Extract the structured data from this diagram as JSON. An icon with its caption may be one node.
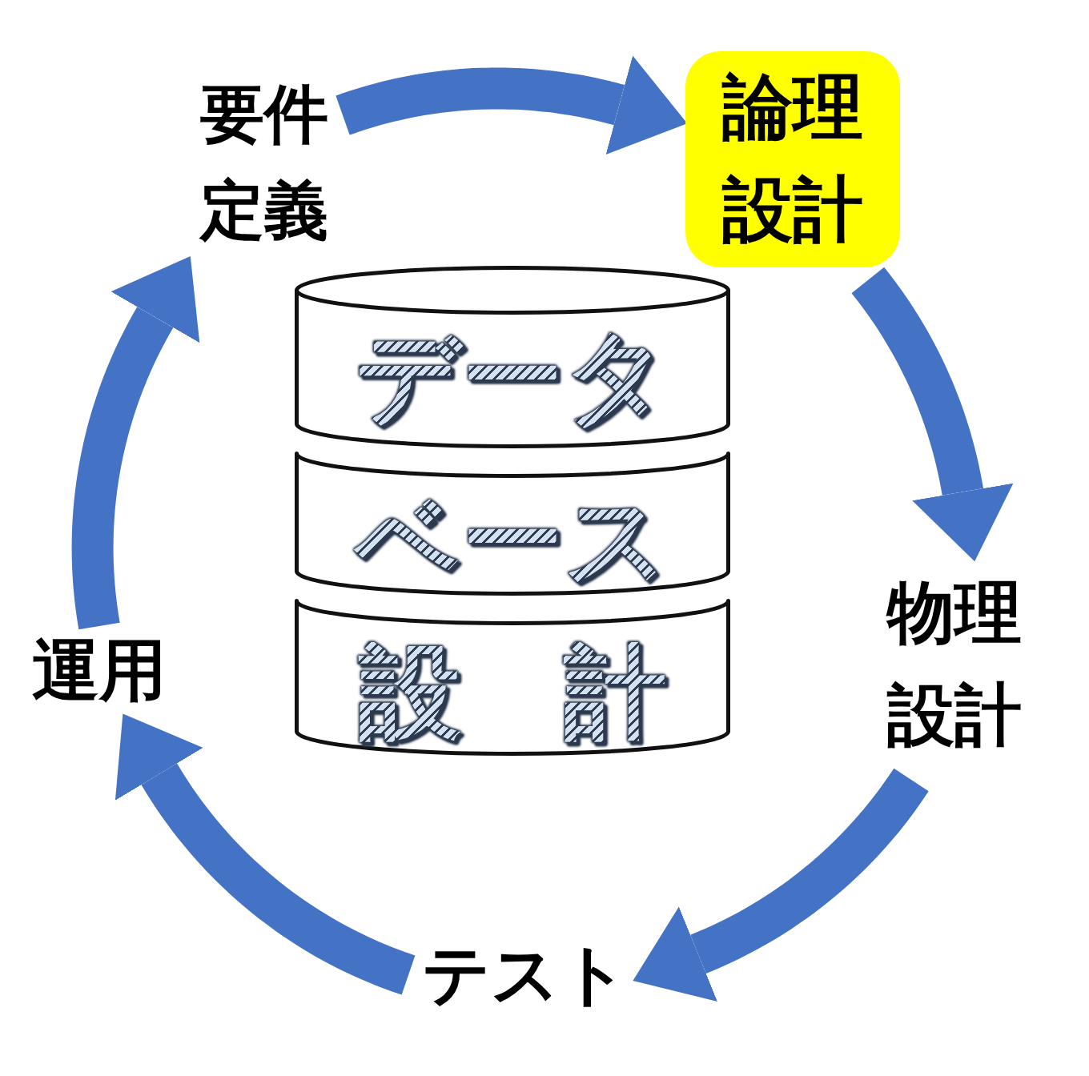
{
  "diagram": {
    "nodes": [
      {
        "text": [
          "要件定義"
        ]
      },
      {
        "text": [
          "論理設計"
        ]
      },
      {
        "text": [
          "物理設計"
        ]
      },
      {
        "text": [
          "テスト"
        ]
      },
      {
        "text": [
          "運用"
        ]
      },
      {
        "text": [
          "データ"
        ]
      },
      {
        "text": [
          "ベース"
        ]
      },
      {
        "text": [
          "設　計"
        ]
      }
    ],
    "edges": [
      {
        "from": 0,
        "to": 1,
        "arrow": "to"
      },
      {
        "from": 1,
        "to": 2,
        "arrow": "to"
      },
      {
        "from": 2,
        "to": 3,
        "arrow": "to"
      },
      {
        "from": 3,
        "to": 4,
        "arrow": "to"
      },
      {
        "from": 4,
        "to": 0,
        "arrow": "to"
      }
    ]
  }
}
